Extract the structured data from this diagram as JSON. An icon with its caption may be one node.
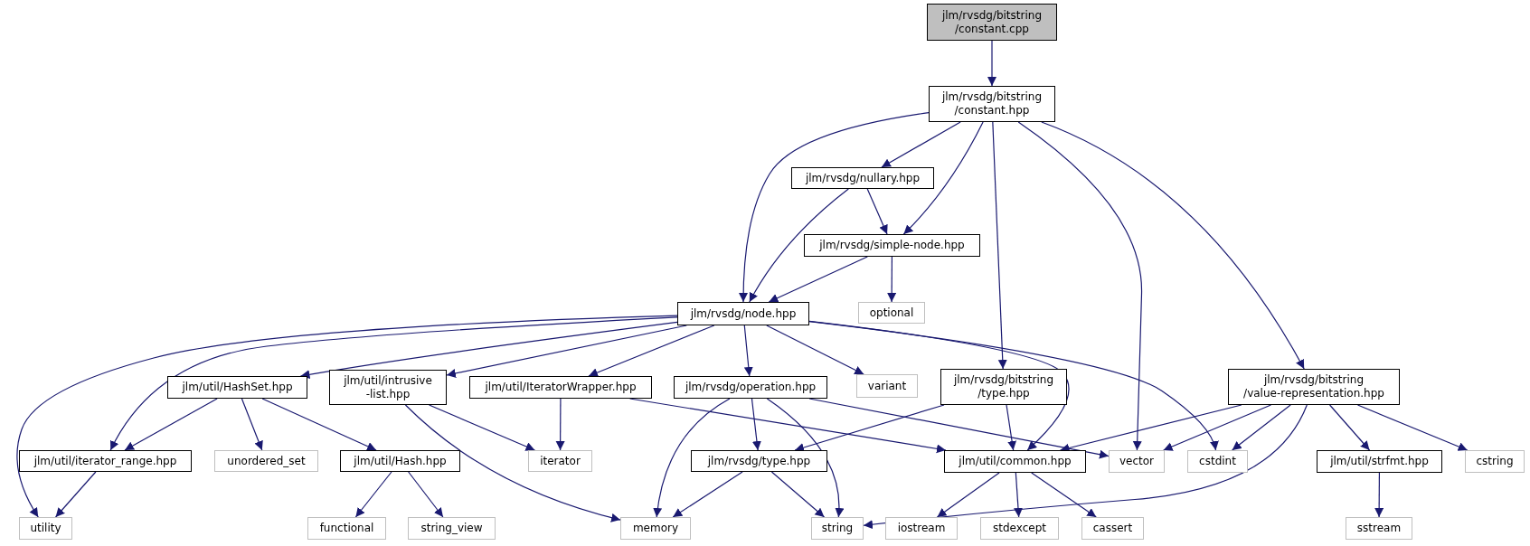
{
  "diagram": {
    "nodes": [
      {
        "text": [
          "jlm/rvsdg/bitstring /constant.cpp"
        ]
      },
      {
        "text": [
          "jlm/rvsdg/bitstring /constant.hpp"
        ]
      },
      {
        "text": [
          "jlm/rvsdg/nullary.hpp"
        ]
      },
      {
        "text": [
          "jlm/rvsdg/simple-node.hpp"
        ]
      },
      {
        "text": [
          "jlm/rvsdg/node.hpp"
        ]
      },
      {
        "text": [
          "optional"
        ]
      },
      {
        "text": [
          "jlm/util/HashSet.hpp"
        ]
      },
      {
        "text": [
          "jlm/util/intrusive -list.hpp"
        ]
      },
      {
        "text": [
          "jlm/util/IteratorWrapper.hpp"
        ]
      },
      {
        "text": [
          "jlm/rvsdg/operation.hpp"
        ]
      },
      {
        "text": [
          "variant"
        ]
      },
      {
        "text": [
          "jlm/rvsdg/bitstring /type.hpp"
        ]
      },
      {
        "text": [
          "jlm/rvsdg/bitstring /value-representation.hpp"
        ]
      },
      {
        "text": [
          "jlm/util/iterator_range.hpp"
        ]
      },
      {
        "text": [
          "unordered_set"
        ]
      },
      {
        "text": [
          "jlm/util/Hash.hpp"
        ]
      },
      {
        "text": [
          "iterator"
        ]
      },
      {
        "text": [
          "jlm/rvsdg/type.hpp"
        ]
      },
      {
        "text": [
          "jlm/util/common.hpp"
        ]
      },
      {
        "text": [
          "vector"
        ]
      },
      {
        "text": [
          "cstdint"
        ]
      },
      {
        "text": [
          "jlm/util/strfmt.hpp"
        ]
      },
      {
        "text": [
          "cstring"
        ]
      },
      {
        "text": [
          "utility"
        ]
      },
      {
        "text": [
          "functional"
        ]
      },
      {
        "text": [
          "string_view"
        ]
      },
      {
        "text": [
          "memory"
        ]
      },
      {
        "text": [
          "string"
        ]
      },
      {
        "text": [
          "iostream"
        ]
      },
      {
        "text": [
          "stdexcept"
        ]
      },
      {
        "text": [
          "cassert"
        ]
      },
      {
        "text": [
          "sstream"
        ]
      }
    ],
    "edges": [
      {
        "from": 0,
        "to": 1,
        "arrow": "to"
      },
      {
        "from": 1,
        "to": 4,
        "arrow": "to"
      },
      {
        "from": 1,
        "to": 2,
        "arrow": "to"
      },
      {
        "from": 1,
        "to": 3,
        "arrow": "to"
      },
      {
        "from": 1,
        "to": 11,
        "arrow": "to"
      },
      {
        "from": 1,
        "to": 19,
        "arrow": "to"
      },
      {
        "from": 1,
        "to": 12,
        "arrow": "to"
      },
      {
        "from": 2,
        "to": 3,
        "arrow": "to"
      },
      {
        "from": 2,
        "to": 4,
        "arrow": "to"
      },
      {
        "from": 3,
        "to": 4,
        "arrow": "to"
      },
      {
        "from": 3,
        "to": 5,
        "arrow": "to"
      },
      {
        "from": 4,
        "to": 23,
        "arrow": "to"
      },
      {
        "from": 4,
        "to": 13,
        "arrow": "to"
      },
      {
        "from": 4,
        "to": 6,
        "arrow": "to"
      },
      {
        "from": 4,
        "to": 7,
        "arrow": "to"
      },
      {
        "from": 4,
        "to": 8,
        "arrow": "to"
      },
      {
        "from": 4,
        "to": 9,
        "arrow": "to"
      },
      {
        "from": 4,
        "to": 10,
        "arrow": "to"
      },
      {
        "from": 4,
        "to": 18,
        "arrow": "to"
      },
      {
        "from": 4,
        "to": 20,
        "arrow": "to"
      },
      {
        "from": 6,
        "to": 13,
        "arrow": "to"
      },
      {
        "from": 6,
        "to": 14,
        "arrow": "to"
      },
      {
        "from": 6,
        "to": 15,
        "arrow": "to"
      },
      {
        "from": 7,
        "to": 16,
        "arrow": "to"
      },
      {
        "from": 7,
        "to": 26,
        "arrow": "to"
      },
      {
        "from": 8,
        "to": 16,
        "arrow": "to"
      },
      {
        "from": 8,
        "to": 18,
        "arrow": "to"
      },
      {
        "from": 9,
        "to": 26,
        "arrow": "to"
      },
      {
        "from": 9,
        "to": 17,
        "arrow": "to"
      },
      {
        "from": 9,
        "to": 27,
        "arrow": "to"
      },
      {
        "from": 9,
        "to": 19,
        "arrow": "to"
      },
      {
        "from": 11,
        "to": 17,
        "arrow": "to"
      },
      {
        "from": 11,
        "to": 18,
        "arrow": "to"
      },
      {
        "from": 12,
        "to": 18,
        "arrow": "to"
      },
      {
        "from": 12,
        "to": 19,
        "arrow": "to"
      },
      {
        "from": 12,
        "to": 20,
        "arrow": "to"
      },
      {
        "from": 12,
        "to": 27,
        "arrow": "to"
      },
      {
        "from": 12,
        "to": 21,
        "arrow": "to"
      },
      {
        "from": 12,
        "to": 22,
        "arrow": "to"
      },
      {
        "from": 13,
        "to": 23,
        "arrow": "to"
      },
      {
        "from": 15,
        "to": 24,
        "arrow": "to"
      },
      {
        "from": 15,
        "to": 25,
        "arrow": "to"
      },
      {
        "from": 17,
        "to": 26,
        "arrow": "to"
      },
      {
        "from": 17,
        "to": 27,
        "arrow": "to"
      },
      {
        "from": 18,
        "to": 28,
        "arrow": "to"
      },
      {
        "from": 18,
        "to": 29,
        "arrow": "to"
      },
      {
        "from": 18,
        "to": 30,
        "arrow": "to"
      },
      {
        "from": 21,
        "to": 31,
        "arrow": "to"
      }
    ]
  }
}
